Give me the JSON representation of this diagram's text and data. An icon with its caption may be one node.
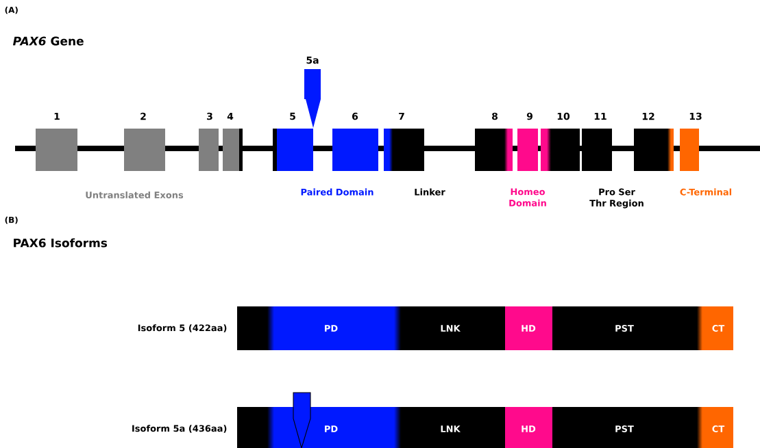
{
  "diagram": {
    "nodes": [
      {
        "text": [
          "1"
        ]
      },
      {
        "text": [
          "2"
        ]
      },
      {
        "text": [
          "3"
        ]
      },
      {
        "text": [
          "4"
        ]
      },
      {
        "text": [
          "5"
        ]
      },
      {
        "text": [
          "6"
        ]
      },
      {
        "text": [
          "7"
        ]
      },
      {
        "text": [
          "8"
        ]
      },
      {
        "text": [
          "9"
        ]
      },
      {
        "text": [
          "10"
        ]
      },
      {
        "text": [
          "11"
        ]
      },
      {
        "text": [
          "12"
        ]
      },
      {
        "text": [
          "13"
        ]
      },
      {
        "text": [
          "5a"
        ]
      },
      {
        "text": [
          "PD"
        ]
      },
      {
        "text": [
          "LNK"
        ]
      },
      {
        "text": [
          "HD"
        ]
      },
      {
        "text": [
          "PST"
        ]
      },
      {
        "text": [
          "CT"
        ]
      },
      {
        "text": [
          "PD"
        ]
      },
      {
        "text": [
          "LNK"
        ]
      },
      {
        "text": [
          "HD"
        ]
      },
      {
        "text": [
          "PST"
        ]
      },
      {
        "text": [
          "CT"
        ]
      }
    ],
    "labels": [
      "(A)",
      "*PAX6* Gene",
      "(B)",
      "PAX6 Isoforms",
      "Untranslated Exons",
      "Paired Domain",
      "Linker",
      "Homeo Domain",
      "Pro Ser Thr Region",
      "C-Terminal",
      "Isoform 5 (422aa)",
      "Isoform 5a (436aa)"
    ]
  }
}
